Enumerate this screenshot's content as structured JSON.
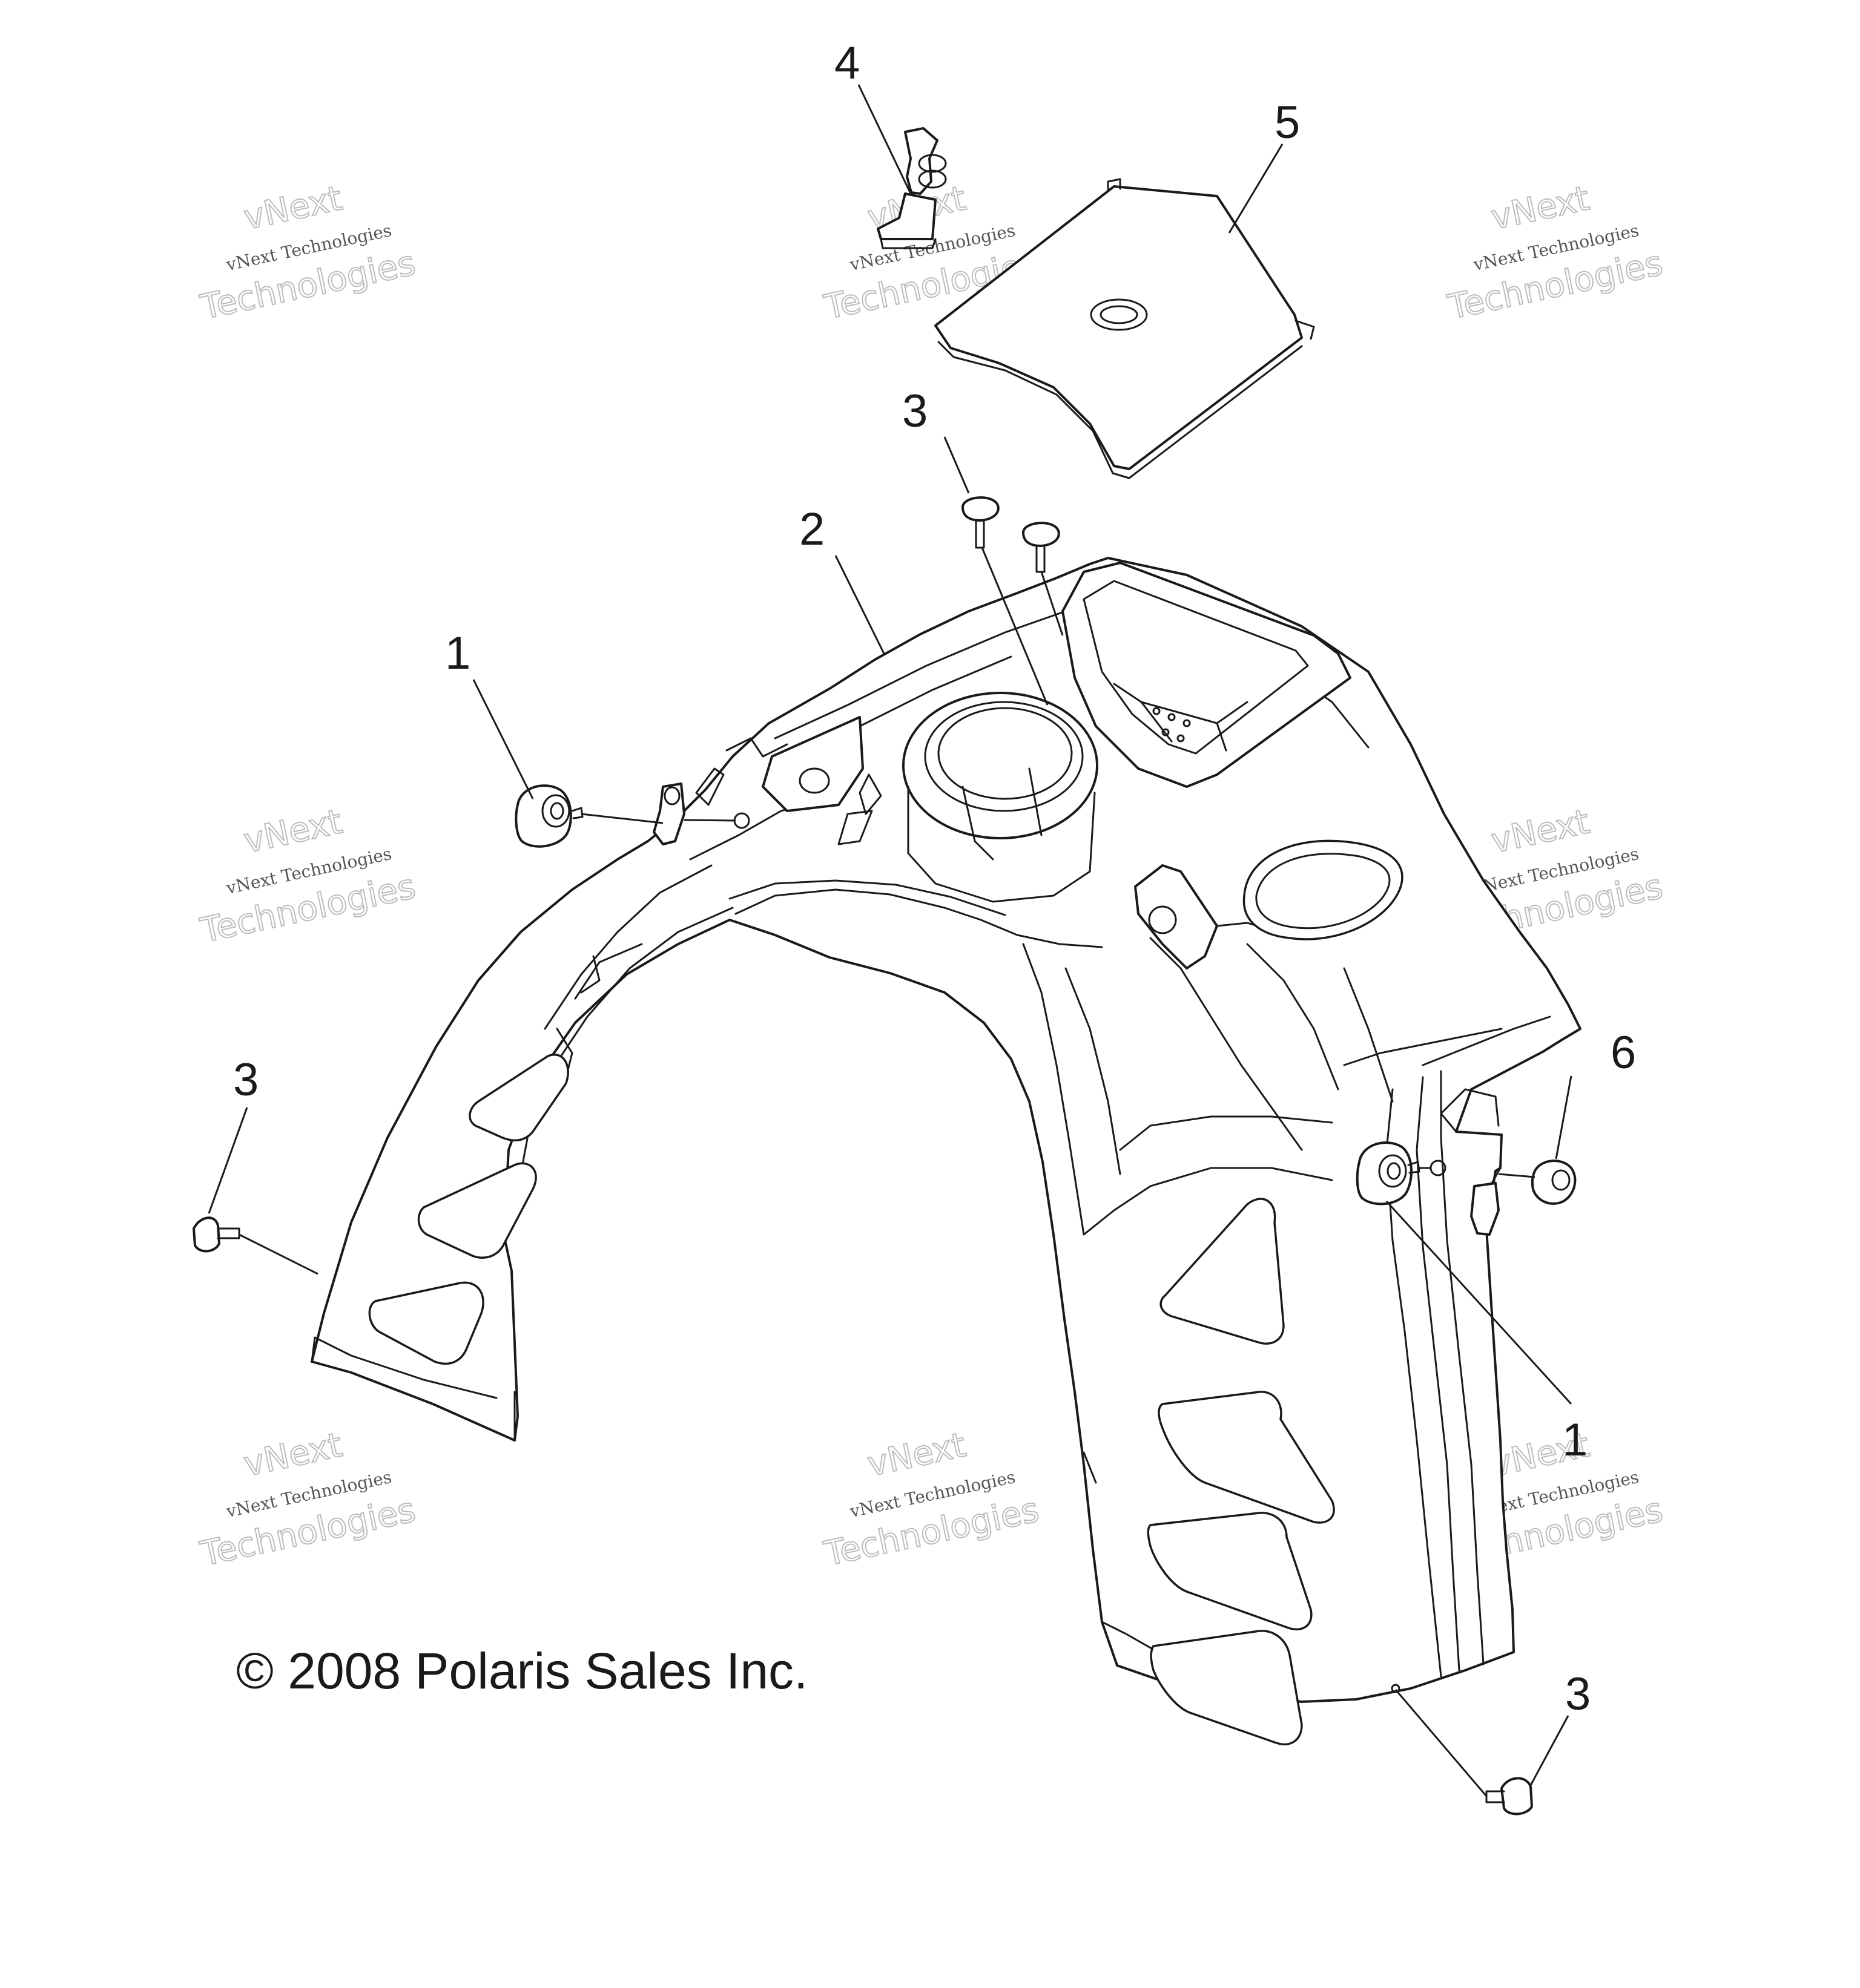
{
  "diagram": {
    "callouts": {
      "c1_left": "1",
      "c1_right": "1",
      "c2": "2",
      "c3_top": "3",
      "c3_left": "3",
      "c3_bottom": "3",
      "c4": "4",
      "c5": "5",
      "c6": "6"
    },
    "copyright": "© 2008 Polaris Sales Inc.",
    "watermark": {
      "line1": "vNext",
      "line2": "vNext Technologies",
      "line3": "Technologies"
    }
  }
}
